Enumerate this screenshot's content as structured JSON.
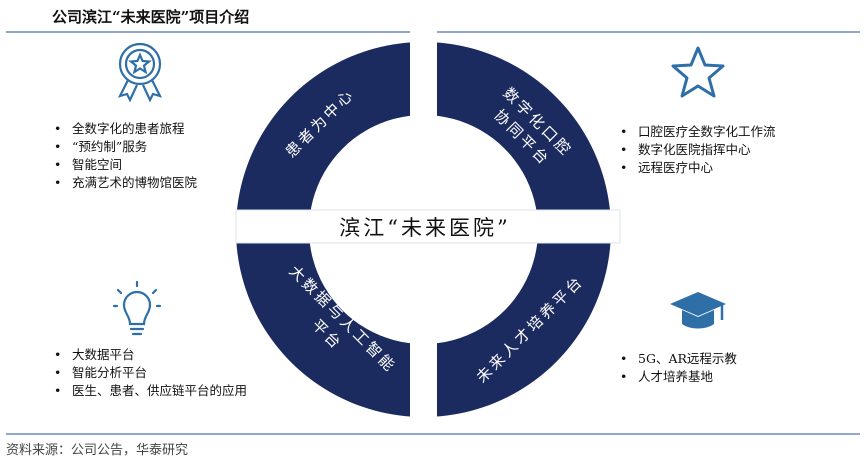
{
  "title": "公司滨江“未来医院”项目介绍",
  "center_label": "滨江“未来医院”",
  "segments": {
    "top_left": [
      "患者为中心"
    ],
    "top_right": [
      "数字化口腔",
      "协同平台"
    ],
    "bottom_left": [
      "大数据与人工智能",
      "平台"
    ],
    "bottom_right": [
      "未来人才培养平台"
    ]
  },
  "lists": {
    "top_left": [
      "全数字化的患者旅程",
      "“预约制”服务",
      "智能空间",
      "充满艺术的博物馆医院"
    ],
    "top_right": [
      "口腔医疗全数字化工作流",
      "数字化医院指挥中心",
      "远程医疗中心"
    ],
    "bottom_left": [
      "大数据平台",
      "智能分析平台",
      "医生、患者、供应链平台的应用"
    ],
    "bottom_right": [
      "5G、AR远程示教",
      "人才培养基地"
    ]
  },
  "icons": {
    "top_left": "award-medal-icon",
    "top_right": "star-icon",
    "bottom_left": "lightbulb-icon",
    "bottom_right": "graduation-cap-icon"
  },
  "colors": {
    "ring": "#1c2b5f",
    "icon": "#2f6fa8"
  },
  "source": "资料来源：公司公告，华泰研究"
}
